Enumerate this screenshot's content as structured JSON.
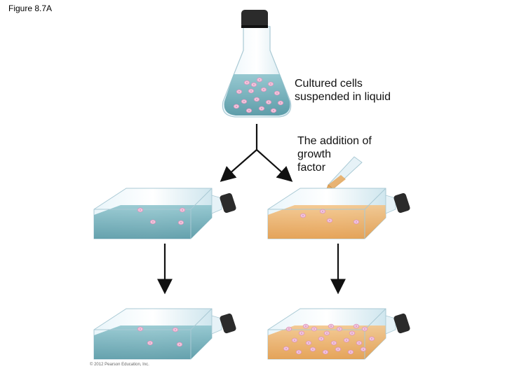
{
  "figure_label": "Figure 8.7A",
  "callouts": {
    "cells": [
      "Cultured cells",
      "suspended in liquid"
    ],
    "growth_factor": [
      "The addition of",
      "growth",
      "factor"
    ]
  },
  "copyright": "© 2012 Pearson Education, Inc.",
  "colors": {
    "liquid_blue": "#5fa3ad",
    "liquid_orange": "#e8a85c",
    "glass": "#d7ecf3",
    "cap": "#2b2b2b",
    "cell": "#f3c8e0",
    "arrow": "#111111"
  }
}
